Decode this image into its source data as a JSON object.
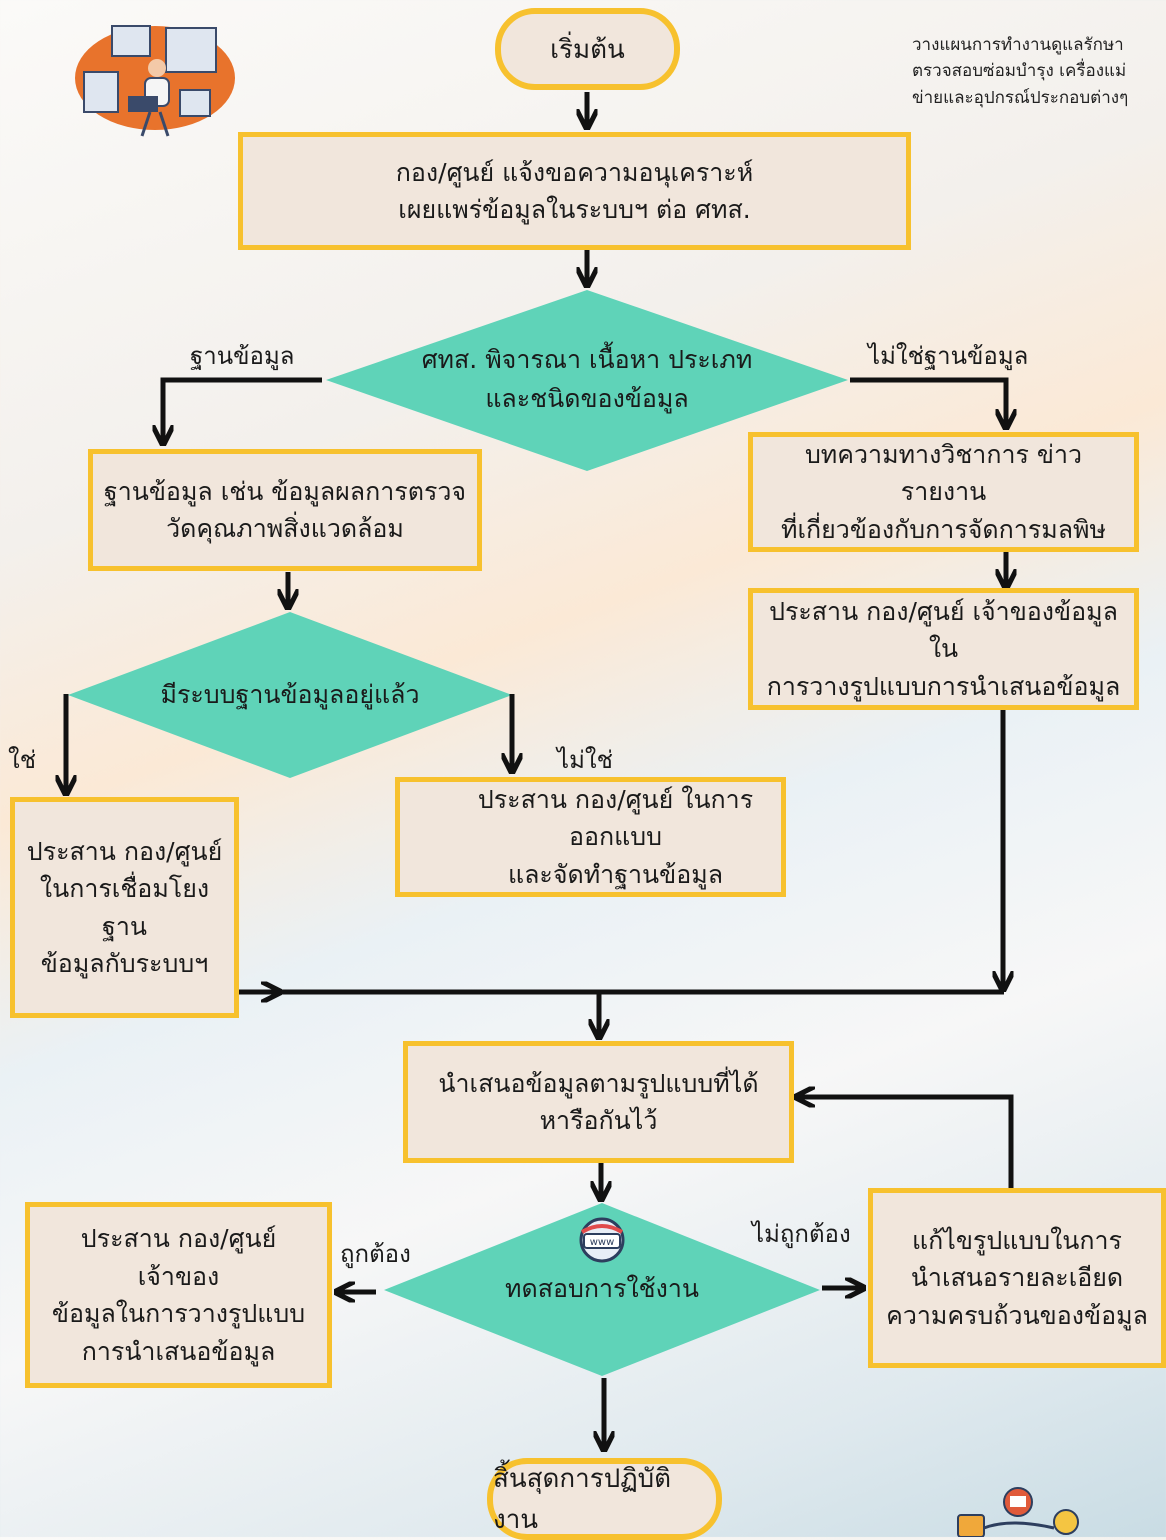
{
  "note": "วางแผนการทำงานดูแลรักษา\nตรวจสอบซ่อมบำรุง เครื่องแม่\nข่ายและอุปกรณ์ประกอบต่างๆ",
  "start": "เริ่มต้น",
  "end": "สิ้นสุดการปฏิบัติงาน",
  "step_request": "กอง/ศูนย์ แจ้งขอความอนุเคราะห์\nเผยแพร่ข้อมูลในระบบฯ ต่อ ศทส.",
  "decision_content": "ศทส. พิจารณา เนื้อหา ประเภท\nและชนิดของข้อมูล",
  "label_database": "ฐานข้อมูล",
  "label_not_database": "ไม่ใช่ฐานข้อมูล",
  "step_database": "ฐานข้อมูล เช่น ข้อมูลผลการตรวจ\nวัดคุณภาพสิ่งแวดล้อม",
  "step_articles": "บทความทางวิชาการ ข่าว รายงาน\nที่เกี่ยวข้องกับการจัดการมลพิษ",
  "step_coordinate_format": "ประสาน กอง/ศูนย์ เจ้าของข้อมูลใน\nการวางรูปแบบการนำเสนอข้อมูล",
  "decision_existing": "มีระบบฐานข้อมูลอยู่แล้ว",
  "label_yes": "ใช่",
  "label_no": "ไม่ใช่",
  "step_link": "ประสาน กอง/ศูนย์\nในการเชื่อมโยงฐาน\nข้อมูลกับระบบฯ",
  "step_design": "ประสาน กอง/ศูนย์ ในการออกแบบ\nและจัดทำฐานข้อมูล",
  "step_present": "นำเสนอข้อมูลตามรูปแบบที่ได้\nหารือกันไว้",
  "decision_test": "ทดสอบการใช้งาน",
  "label_correct": "ถูกต้อง",
  "label_incorrect": "ไม่ถูกต้อง",
  "step_owner_format": "ประสาน กอง/ศูนย์ เจ้าของ\nข้อมูลในการวางรูปแบบ\nการนำเสนอข้อมูล",
  "step_fix": "แก้ไขรูปแบบในการ\nนำเสนอรายละเอียด\nความครบถ้วนของข้อมูล",
  "icons": [
    "workspace-illustration-icon",
    "web-design-icon",
    "www-globe-icon",
    "workflow-icon"
  ],
  "colors": {
    "box_fill": "#f1e6dc",
    "box_border": "#f7c12e",
    "diamond_fill": "#5fd3b8",
    "arrow": "#111111"
  }
}
